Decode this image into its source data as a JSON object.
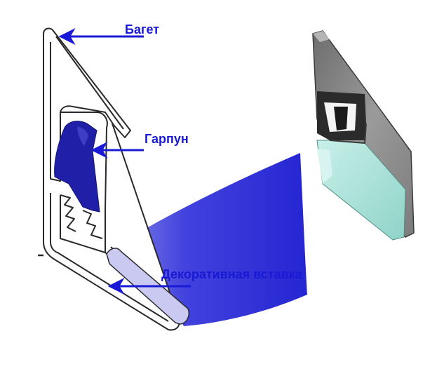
{
  "labels": {
    "baget": "Багет",
    "garpun": "Гарпун",
    "insert": "Декоративная вставка"
  },
  "colors": {
    "label": "#1a1ad6",
    "arrow": "#1a1ad6",
    "film": "#2020d8",
    "harpoon": "#1f1fa8",
    "profile_outline": "#2a2a2a",
    "photo_gray": "#8a8a8a",
    "photo_mint": "#a8e0d8"
  }
}
